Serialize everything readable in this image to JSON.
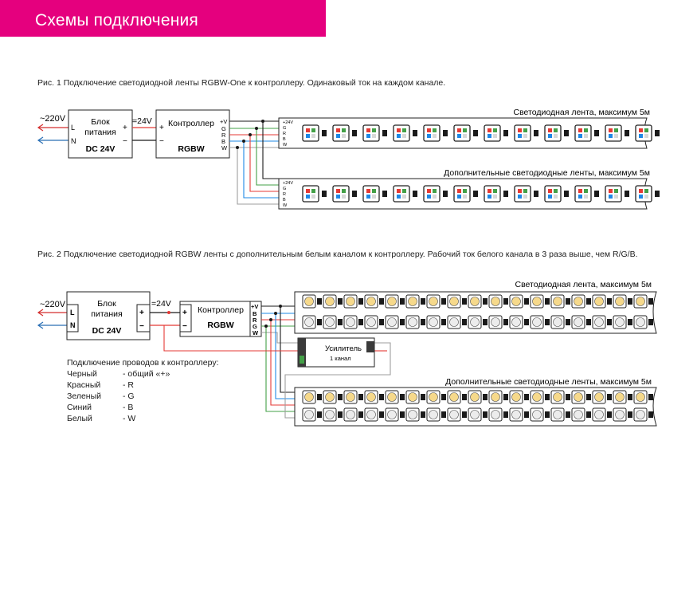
{
  "page_title": "Схемы подключения",
  "colors": {
    "brand": "#e5007e",
    "wire_red": "#e53935",
    "wire_green": "#43a047",
    "wire_blue": "#1e88e5",
    "wire_black": "#1a1a1a",
    "wire_grey": "#9e9e9e",
    "arrow_blue": "#2a6fb5",
    "arrow_red": "#d32f2f"
  },
  "figure1": {
    "caption": "Рис. 1 Подключение светодиодной ленты RGBW-One к контроллеру. Одинаковый ток на каждом канале.",
    "mains_label": "~220V",
    "psu": {
      "title_line1": "Блок",
      "title_line2": "питания",
      "model": "DC 24V",
      "in_L": "L",
      "in_N": "N",
      "out_plus": "+",
      "out_minus": "−"
    },
    "dc_label": "=24V",
    "controller": {
      "title": "Контроллер",
      "model": "RGBW",
      "in_plus": "+",
      "in_minus": "−",
      "pins": [
        "+V",
        "G",
        "R",
        "B",
        "W"
      ]
    },
    "strip_pins": [
      "+24V",
      "G",
      "R",
      "B",
      "W"
    ],
    "main_strip_label": "Светодиодная лента, максимум 5м",
    "extra_strip_label": "Дополнительные светодиодные ленты, максимум 5м"
  },
  "figure2": {
    "caption": "Рис. 2 Подключение светодиодной RGBW ленты с дополнительным белым каналом к контроллеру. Рабочий ток белого канала в 3 раза выше, чем R/G/B.",
    "mains_label": "~220V",
    "psu": {
      "title_line1": "Блок",
      "title_line2": "питания",
      "model": "DC 24V",
      "in_L": "L",
      "in_N": "N",
      "out_plus": "+",
      "out_minus": "−"
    },
    "dc_label": "=24V",
    "controller": {
      "title": "Контроллер",
      "model": "RGBW",
      "in_plus": "+",
      "in_minus": "−",
      "pins": [
        "+V",
        "B",
        "R",
        "G",
        "W"
      ]
    },
    "amplifier": {
      "title": "Усилитель",
      "channels": "1 канал"
    },
    "main_strip_label": "Светодиодная лента, максимум 5м",
    "extra_strip_label": "Дополнительные светодиодные ленты, максимум 5м",
    "legend": {
      "heading": "Подключение проводов к контроллеру:",
      "rows": [
        {
          "color": "Черный",
          "signal": "- общий «+»"
        },
        {
          "color": "Красный",
          "signal": "- R"
        },
        {
          "color": "Зеленый",
          "signal": "- G"
        },
        {
          "color": "Синий",
          "signal": "- B"
        },
        {
          "color": "Белый",
          "signal": "- W"
        }
      ]
    }
  }
}
